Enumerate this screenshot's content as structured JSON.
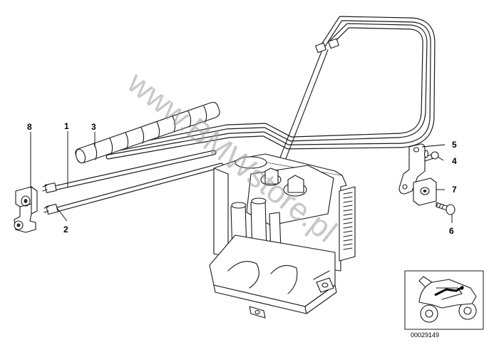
{
  "diagram": {
    "callouts": [
      {
        "id": "c1",
        "label": "1"
      },
      {
        "id": "c2",
        "label": "2"
      },
      {
        "id": "c3",
        "label": "3"
      },
      {
        "id": "c4",
        "label": "4"
      },
      {
        "id": "c5",
        "label": "5"
      },
      {
        "id": "c6",
        "label": "6"
      },
      {
        "id": "c7",
        "label": "7"
      },
      {
        "id": "c8",
        "label": "8"
      }
    ],
    "drawing_number": "00029149",
    "watermark": "www.BMWstore.pl"
  }
}
